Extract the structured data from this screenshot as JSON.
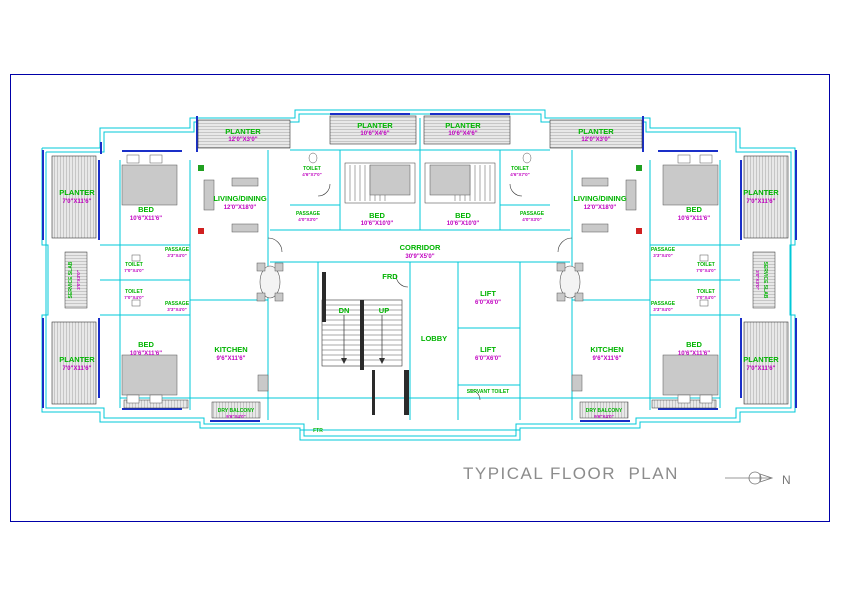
{
  "title": "TYPICAL FLOOR  PLAN",
  "north": "N",
  "rooms": {
    "planter_top_left": {
      "name": "PLANTER",
      "size": "12'0\"X3'0\""
    },
    "planter_top_mid_left": {
      "name": "PLANTER",
      "size": "10'6\"X4'6\""
    },
    "planter_top_mid_right": {
      "name": "PLANTER",
      "size": "10'6\"X4'6\""
    },
    "planter_top_right": {
      "name": "PLANTER",
      "size": "12'0\"X3'0\""
    },
    "planter_left_upper": {
      "name": "PLANTER",
      "size": "7'0\"X11'6\""
    },
    "planter_left_lower": {
      "name": "PLANTER",
      "size": "7'0\"X11'6\""
    },
    "planter_right_upper": {
      "name": "PLANTER",
      "size": "7'0\"X11'6\""
    },
    "planter_right_lower": {
      "name": "PLANTER",
      "size": "7'0\"X11'6\""
    },
    "bed_left_upper": {
      "name": "BED",
      "size": "10'6\"X11'6\""
    },
    "bed_left_lower": {
      "name": "BED",
      "size": "10'6\"X11'6\""
    },
    "bed_right_upper": {
      "name": "BED",
      "size": "10'6\"X11'6\""
    },
    "bed_right_lower": {
      "name": "BED",
      "size": "10'6\"X11'6\""
    },
    "bed_center_left": {
      "name": "BED",
      "size": "10'6\"X10'0\""
    },
    "bed_center_right": {
      "name": "BED",
      "size": "10'6\"X10'0\""
    },
    "living_left": {
      "name": "LIVING/DINING",
      "size": "12'0\"X18'0\""
    },
    "living_right": {
      "name": "LIVING/DINING",
      "size": "12'0\"X18'0\""
    },
    "kitchen_left": {
      "name": "KITCHEN",
      "size": "9'6\"X11'6\""
    },
    "kitchen_right": {
      "name": "KITCHEN",
      "size": "9'6\"X11'6\""
    },
    "corridor": {
      "name": "CORRIDOR",
      "size": "30'9\"X5'0\""
    },
    "lobby": {
      "name": "LOBBY"
    },
    "lift_upper": {
      "name": "LIFT",
      "size": "6'0\"X6'0\""
    },
    "lift_lower": {
      "name": "LIFT",
      "size": "6'0\"X6'0\""
    },
    "frd": {
      "name": "FRD"
    },
    "stair_dn": {
      "name": "DN"
    },
    "stair_up": {
      "name": "UP"
    },
    "servant_toilet": {
      "name": "SERVANT TOILET"
    },
    "dry_balcony_left": {
      "name": "DRY BALCONY",
      "size": "9'6\"X4'0\""
    },
    "dry_balcony_right": {
      "name": "DRY BALCONY",
      "size": "9'6\"X4'0\""
    },
    "passage_left_upper": {
      "name": "PASSAGE",
      "size": "3'3\"X4'0\""
    },
    "passage_left_lower": {
      "name": "PASSAGE",
      "size": "3'3\"X4'0\""
    },
    "passage_right_upper": {
      "name": "PASSAGE",
      "size": "3'3\"X4'0\""
    },
    "passage_right_lower": {
      "name": "PASSAGE",
      "size": "3'3\"X4'0\""
    },
    "passage_center_left": {
      "name": "PASSAGE",
      "size": "4'0\"X3'0\""
    },
    "passage_center_right": {
      "name": "PASSAGE",
      "size": "4'0\"X3'0\""
    },
    "toilet_left_upper": {
      "name": "TOILET",
      "size": "7'0\"X4'0\""
    },
    "toilet_left_lower": {
      "name": "TOILET",
      "size": "7'0\"X4'0\""
    },
    "toilet_right_upper": {
      "name": "TOILET",
      "size": "7'0\"X4'0\""
    },
    "toilet_right_lower": {
      "name": "TOILET",
      "size": "7'0\"X4'0\""
    },
    "toilet_center_left": {
      "name": "TOILET",
      "size": "4'6\"X7'0\""
    },
    "toilet_center_right": {
      "name": "TOILET",
      "size": "4'6\"X7'0\""
    },
    "service_slab_left": {
      "name": "SERVICE SLAB",
      "size": "3'0\"X3'0\""
    },
    "service_slab_right": {
      "name": "SERVICE SLAB",
      "size": "3'0\"X3'0\""
    },
    "ftr": {
      "name": "FTR"
    }
  },
  "colors": {
    "wall": "#00c8d8",
    "room_label": "#00b400",
    "dimension": "#c000c0",
    "accent_blue": "#1a2fc8",
    "frame": "#0000a8",
    "title": "#8c8c8c"
  }
}
